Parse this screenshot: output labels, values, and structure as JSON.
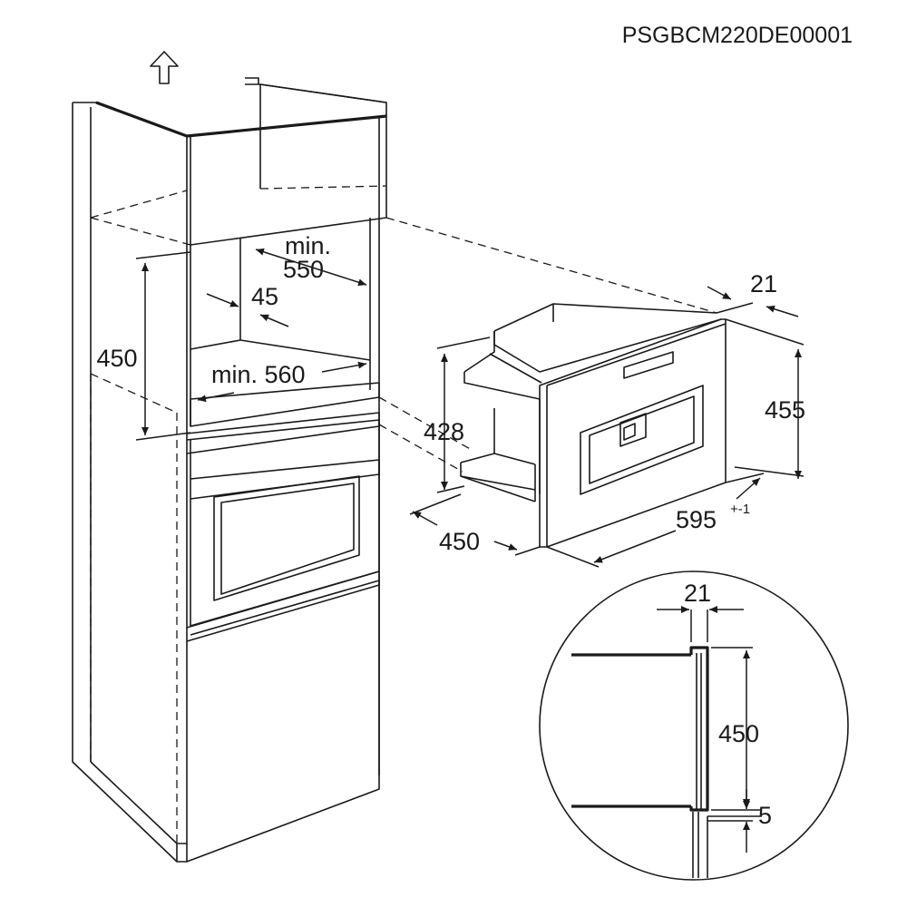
{
  "document_code": "PSGBCM220DE00001",
  "cabinet": {
    "niche_height": "450",
    "depth_min_label": "min.",
    "depth_min_value": "550",
    "vent_gap": "45",
    "width_min": "min. 560"
  },
  "appliance": {
    "frame_thickness": "21",
    "front_height": "455",
    "body_height": "428",
    "depth": "450",
    "width": "595",
    "width_tolerance": "+-1"
  },
  "detail": {
    "frame_thickness": "21",
    "height": "450",
    "bottom_gap": "5"
  }
}
